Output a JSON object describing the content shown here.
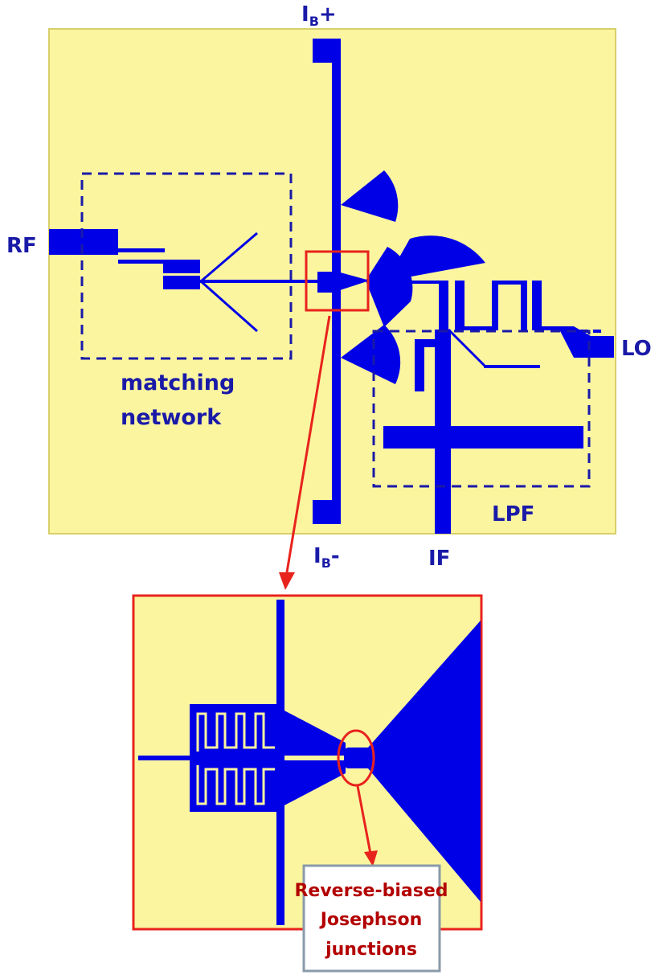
{
  "labels": {
    "rf": "RF",
    "lo": "LO",
    "if": "IF",
    "ib_plus_main": "I",
    "ib_plus_sub": "B",
    "ib_plus_suffix": "+",
    "ib_minus_main": "I",
    "ib_minus_sub": "B",
    "ib_minus_suffix": "-",
    "matching_line1": "matching",
    "matching_line2": "network",
    "lpf": "LPF"
  },
  "callout": {
    "line1": "Reverse-biased",
    "line2": "Josephson",
    "line3": "junctions"
  },
  "colors": {
    "substrate": "#fbf5a0",
    "metal": "#0000e6",
    "highlight": "#e8231d",
    "label_blue": "#1a1aa8",
    "label_red": "#b30000"
  }
}
